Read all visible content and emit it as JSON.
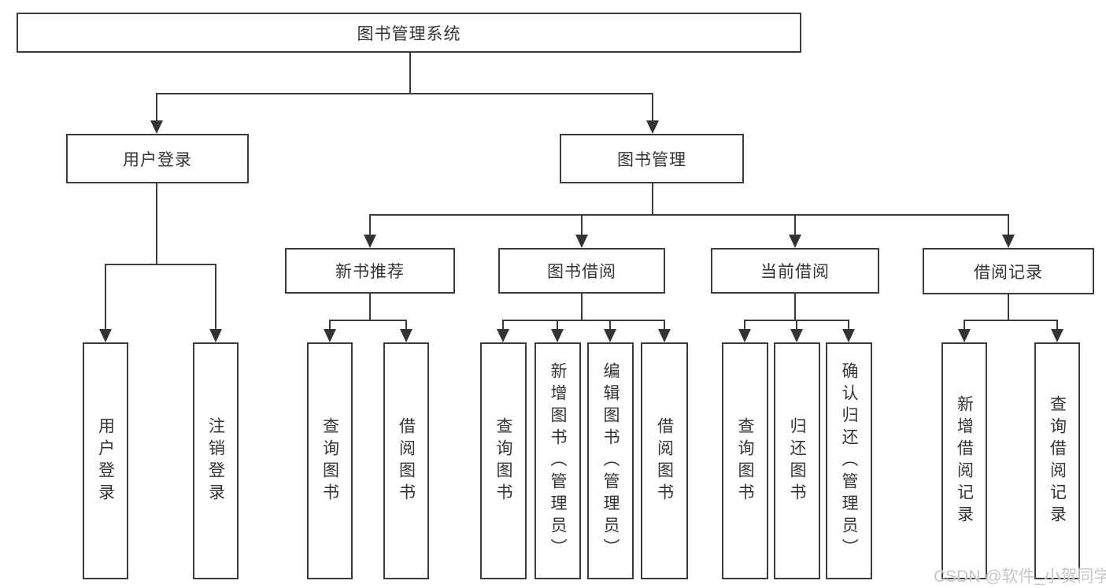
{
  "nodes": {
    "root": "图书管理系统",
    "user_login": "用户登录",
    "book_management": "图书管理",
    "new_book_recommend": "新书推荐",
    "book_borrowing": "图书借阅",
    "current_borrowing": "当前借阅",
    "borrowing_records": "借阅记录",
    "leaves": {
      "user_login": "用户登录",
      "logout": "注销登录",
      "rec_query_books": "查询图书",
      "rec_borrow_books": "借阅图书",
      "bor_query_books": "查询图书",
      "bor_add_books": "新增图书（管理员）",
      "bor_edit_books": "编辑图书（管理员）",
      "bor_borrow_books": "借阅图书",
      "cur_query_books": "查询图书",
      "cur_return_books": "归还图书",
      "cur_confirm_return": "确认归还（管理员）",
      "rec_add_record": "新增借阅记录",
      "rec_query_record": "查询借阅记录"
    }
  },
  "watermark": "CSDN @软件_小贺同学",
  "colors": {
    "line": "#3b3b3b",
    "text": "#333333",
    "box_fill": "#ffffff",
    "background": "#ffffff",
    "watermark": "#c6c6ca"
  }
}
